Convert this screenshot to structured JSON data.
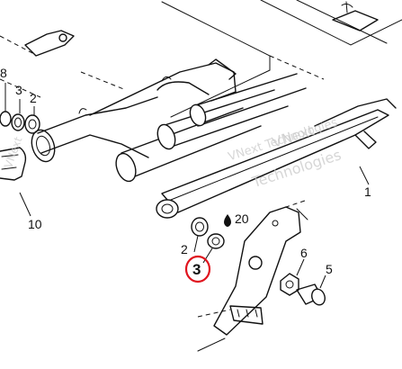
{
  "diagram": {
    "callouts": [
      {
        "id": "c1",
        "text": "1"
      },
      {
        "id": "c2a",
        "text": "2"
      },
      {
        "id": "c2b",
        "text": "2"
      },
      {
        "id": "c3a",
        "text": "3"
      },
      {
        "id": "c3b",
        "text": "3"
      },
      {
        "id": "c5",
        "text": "5"
      },
      {
        "id": "c6",
        "text": "6"
      },
      {
        "id": "c8",
        "text": "8"
      },
      {
        "id": "c10",
        "text": "10"
      },
      {
        "id": "c20",
        "text": "20"
      }
    ],
    "highlight": {
      "callout": "3",
      "ring_color": "#e0141e"
    },
    "watermark": {
      "line1": "VNext",
      "line2": "Technologies",
      "full": "VNext Technologies"
    },
    "icons": {
      "fluid": "oil-drop-icon"
    }
  }
}
